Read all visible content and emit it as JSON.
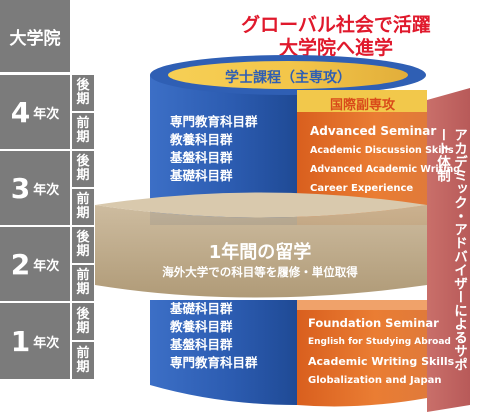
{
  "title": {
    "line1": "グローバル社会で活躍",
    "line2": "大学院へ進学"
  },
  "grad_label": "大学院",
  "years": [
    {
      "num": "4",
      "suffix": "年次",
      "halves": [
        "後期",
        "前期"
      ]
    },
    {
      "num": "3",
      "suffix": "年次",
      "halves": [
        "後期",
        "前期"
      ]
    },
    {
      "num": "2",
      "suffix": "年次",
      "halves": [
        "後期",
        "前期"
      ]
    },
    {
      "num": "1",
      "suffix": "年次",
      "halves": [
        "後期",
        "前期"
      ]
    }
  ],
  "major": "学士課程（主専攻）",
  "minor": "国際副専攻",
  "upper_blue": [
    "専門教育科目群",
    "教養科目群",
    "基盤科目群",
    "基礎科目群"
  ],
  "upper_orange": [
    "Advanced Seminar",
    "Academic Discussion Skills",
    "Advanced Academic Writing",
    "Career Experience"
  ],
  "study_abroad": {
    "title": "1年間の留学",
    "subtitle": "海外大学での科目等を履修・単位取得"
  },
  "lower_blue": [
    "基礎科目群",
    "教養科目群",
    "基盤科目群",
    "専門教育科目群"
  ],
  "lower_orange": [
    "Foundation Seminar",
    "English for Studying Abroad",
    "Academic Writing Skills",
    "Globalization and Japan"
  ],
  "support": "アカデミック・アドバイザーによるサポート体制",
  "colors": {
    "blue": "#2f5fb4",
    "orange": "#e8782e",
    "red_panel": "#c46b6b",
    "gray": "#7b7b7b",
    "title_red": "#e0192c",
    "gold": "#f2c84b"
  }
}
